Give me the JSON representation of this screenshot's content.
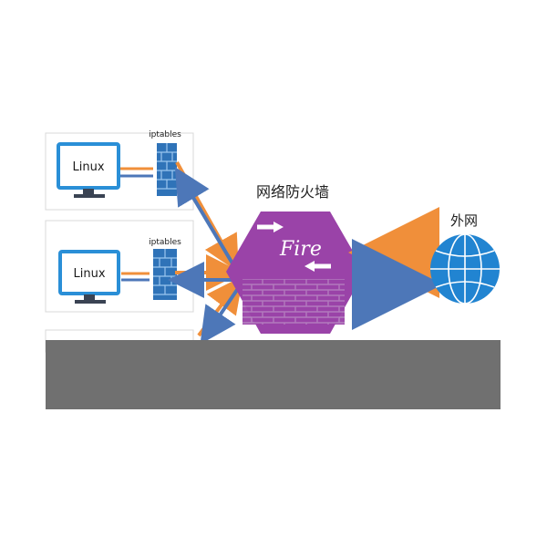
{
  "nodes": {
    "top_linux_label": "Linux",
    "top_iptables_label": "iptables",
    "middle_linux_label": "Linux",
    "middle_iptables_label": "iptables",
    "firewall_title": "网络防火墙",
    "firewall_text": "Fire",
    "outer_network_label": "外网"
  },
  "colors": {
    "firewall": "#9a43a8",
    "firewall_bricks": "#b37dbe",
    "monitor": "#2a8fd7",
    "monitor_stand": "#3a4353",
    "iptables_brick": "#2f73b8",
    "arrow_orange": "#f08f3a",
    "arrow_blue": "#4d77b8",
    "globe": "#2184d1",
    "occluder": "#707070"
  },
  "icons": [
    "monitor-icon",
    "firewall-brick-icon",
    "globe-icon"
  ]
}
